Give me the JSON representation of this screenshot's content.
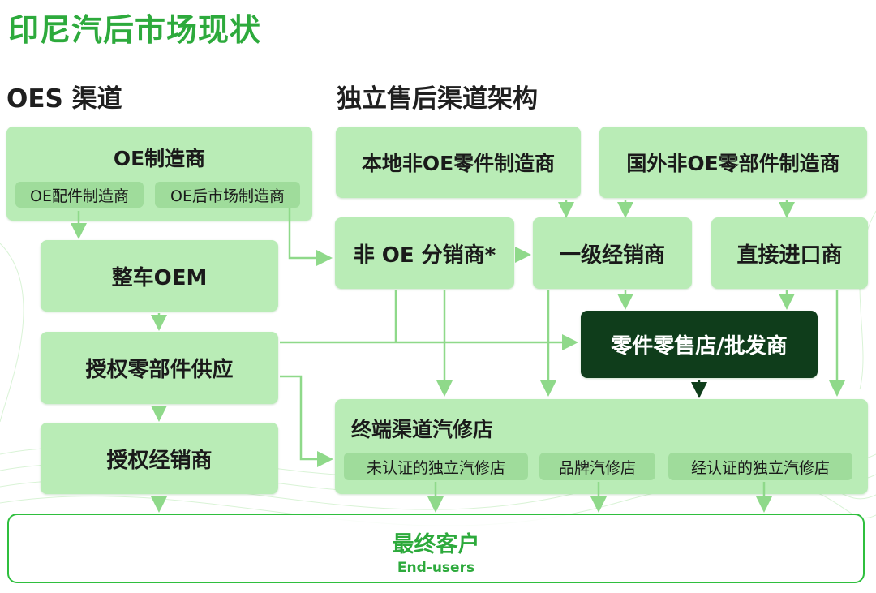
{
  "title": "印尼汽后市场现状",
  "sections": {
    "oes": "OES 渠道",
    "independent": "独立售后渠道架构"
  },
  "boxes": {
    "oe_manufacturer": "OE制造商",
    "oe_parts_maker": "OE配件制造商",
    "oe_aftermarket_maker": "OE后市场制造商",
    "vehicle_oem": "整车OEM",
    "authorized_parts_supply": "授权零部件供应",
    "authorized_dealer": "授权经销商",
    "local_non_oe_maker": "本地非OE零件制造商",
    "foreign_non_oe_maker": "国外非OE零部件制造商",
    "non_oe_distributor": "非 OE 分销商*",
    "tier1_distributor": "一级经销商",
    "direct_importer": "直接进口商",
    "retail_wholesale": "零件零售店/批发商",
    "terminal_repair": "终端渠道汽修店",
    "uncertified_independent": "未认证的独立汽修店",
    "brand_repair": "品牌汽修店",
    "certified_independent": "经认证的独立汽修店",
    "end_customer_zh": "最终客户",
    "end_customer_en": "End-users"
  },
  "colors": {
    "accent": "#2daa3c",
    "box": "#b9ecb6",
    "chip": "#9fdc9b",
    "dark_box": "#0f3d1b",
    "arrow": "#8fd98a"
  }
}
